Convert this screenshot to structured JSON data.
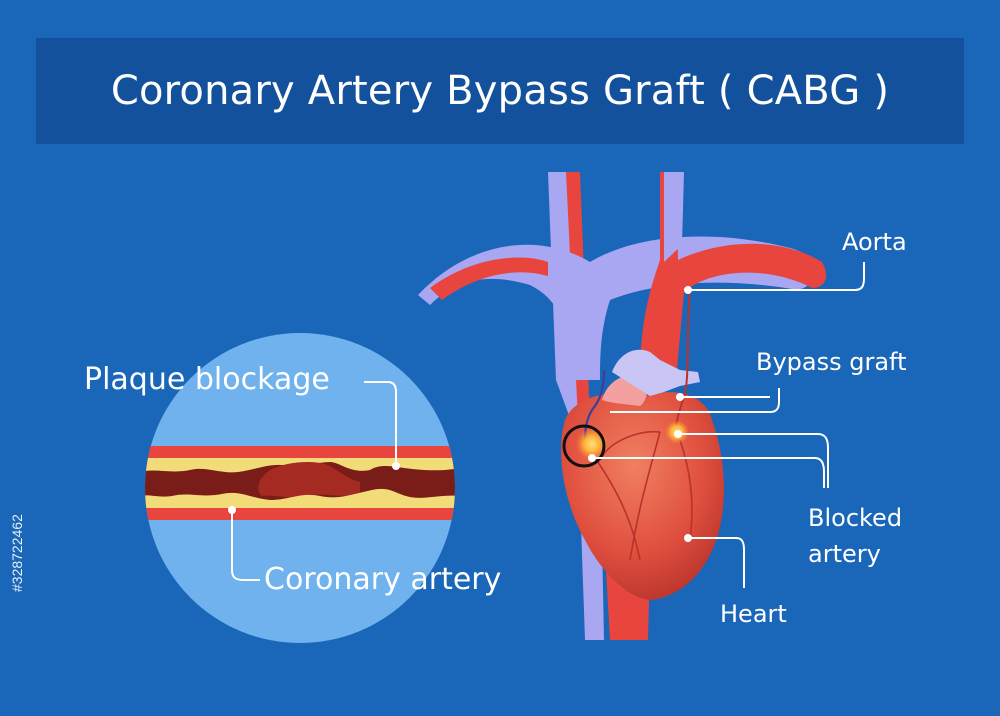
{
  "title": "Coronary Artery Bypass Graft ( CABG )",
  "labels": {
    "aorta": "Aorta",
    "bypass_graft": "Bypass graft",
    "blocked_artery_line1": "Blocked",
    "blocked_artery_line2": "artery",
    "heart": "Heart",
    "plaque_blockage": "Plaque blockage",
    "coronary_artery": "Coronary artery"
  },
  "watermark_id": "#328722462",
  "colors": {
    "background": "#1a66b8",
    "title_bar": "#14519c",
    "vein_lavender": "#a9a6f2",
    "artery_red": "#e8453f",
    "heart": "#e0503f",
    "zoom_circle": "#6fb2ee",
    "plaque_yellow": "#f2dc7a",
    "lumen_dark": "#7a1d18"
  }
}
